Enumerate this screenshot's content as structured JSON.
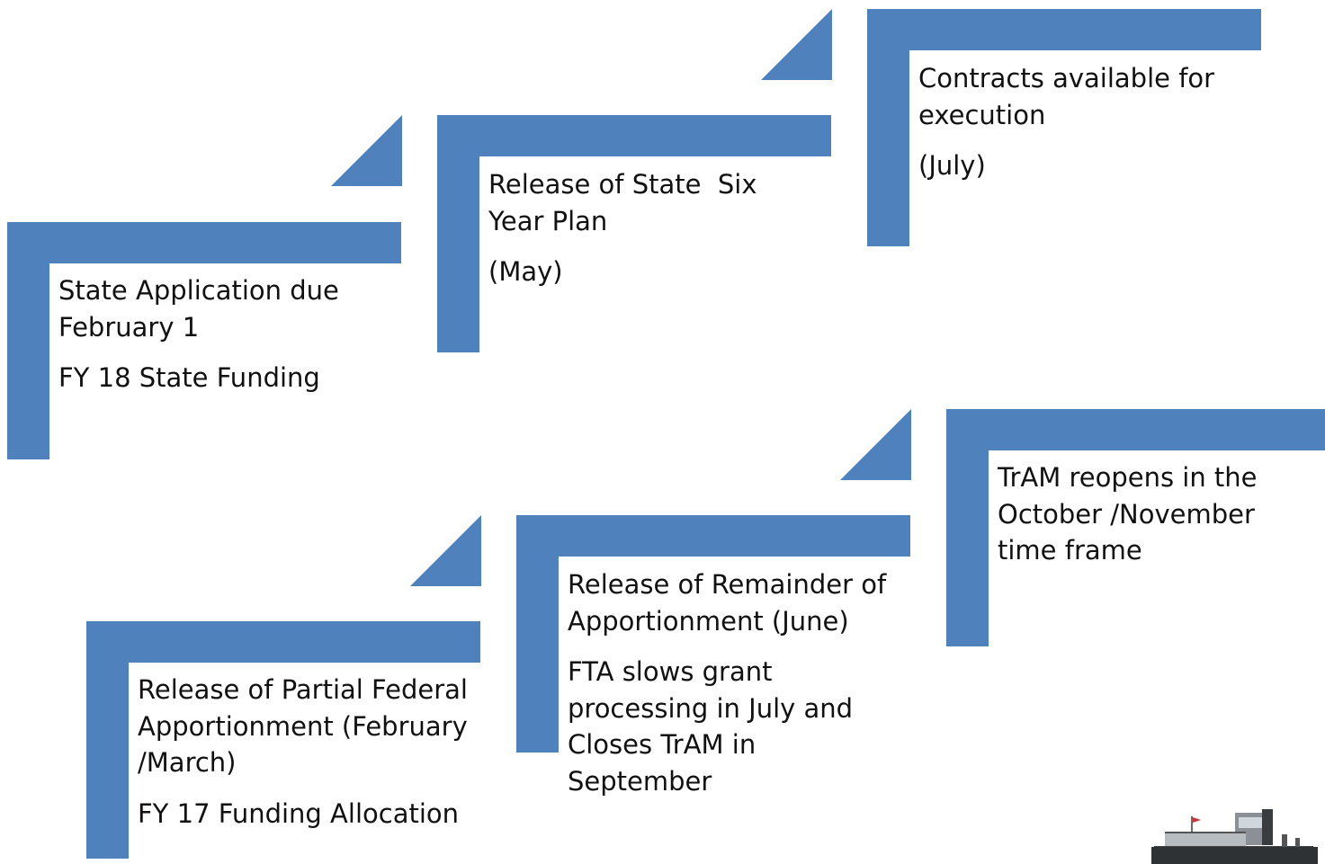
{
  "colors": {
    "bar": "#4F81BD",
    "text": "#111111",
    "background": "#ffffff"
  },
  "steps": [
    {
      "lines": [
        "State Application due February 1",
        "FY 18 State Funding"
      ]
    },
    {
      "lines": [
        "Release of State  Six Year Plan",
        "(May)"
      ]
    },
    {
      "lines": [
        "Contracts available for execution",
        "(July)"
      ]
    },
    {
      "lines": [
        "Release of Partial Federal Apportionment (February /March)",
        "FY 17 Funding Allocation"
      ]
    },
    {
      "lines": [
        "Release of Remainder of Apportionment (June)",
        "FTA slows grant processing in July and Closes TrAM in September"
      ]
    },
    {
      "lines": [
        "TrAM reopens in the October /November time frame"
      ]
    }
  ],
  "logo": {
    "icon": "boat-image"
  }
}
